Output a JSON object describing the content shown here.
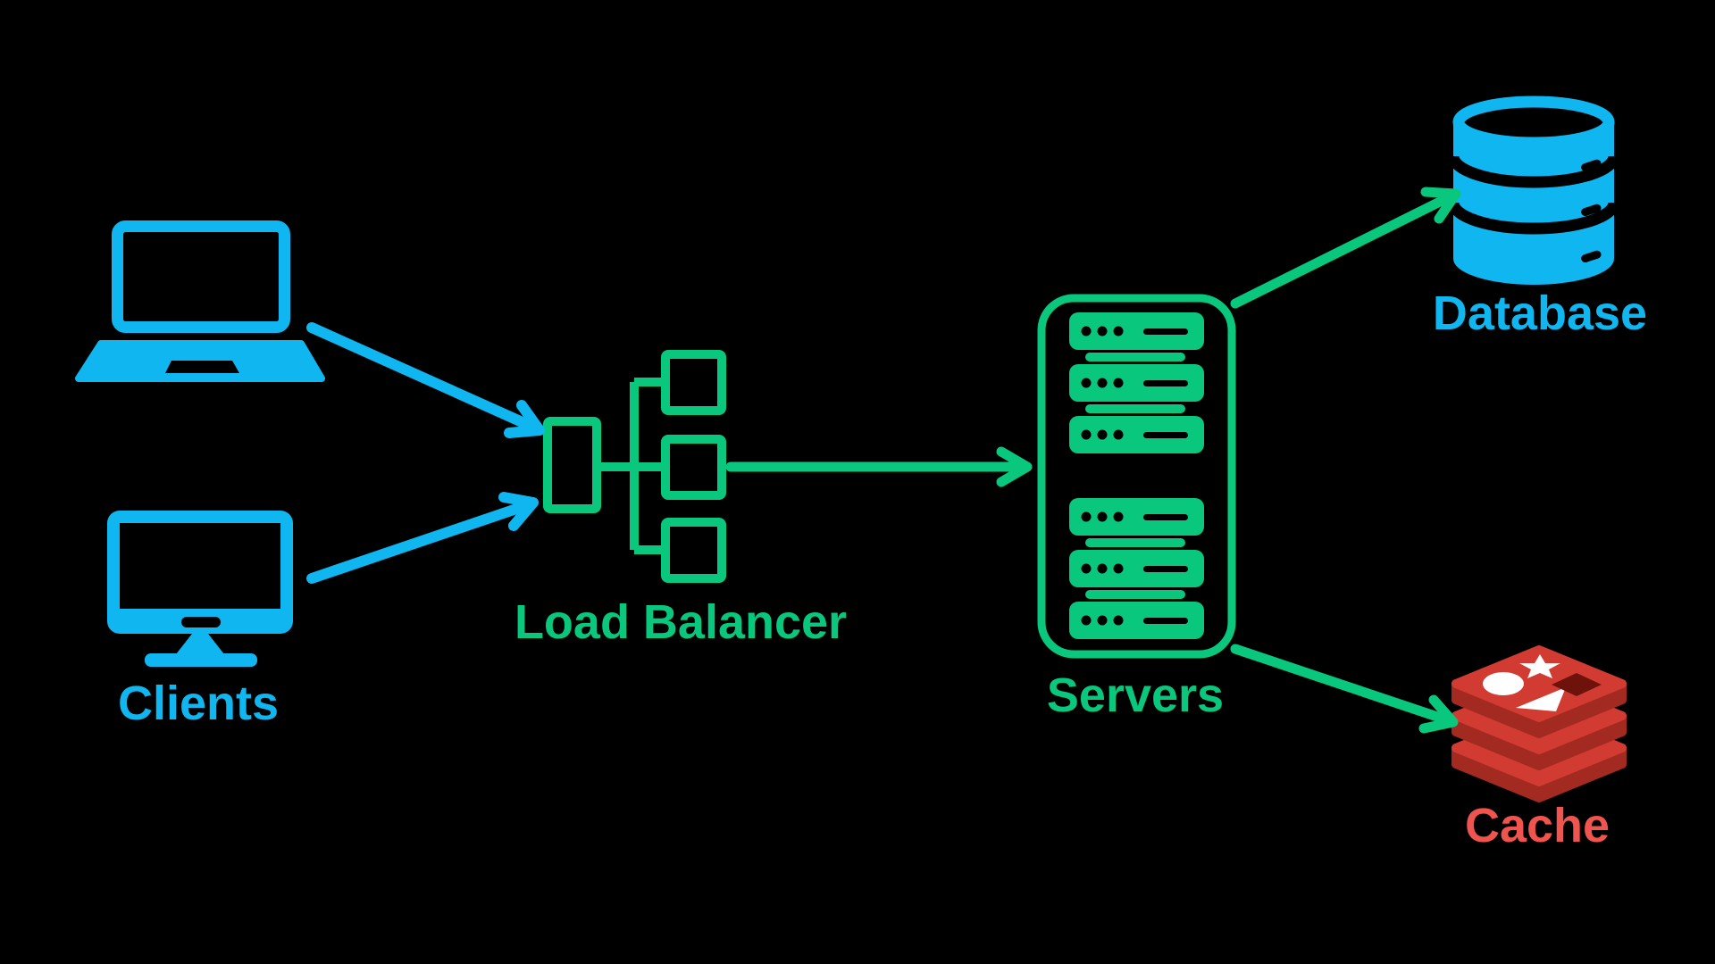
{
  "colors": {
    "background": "#000000",
    "client": "#10B6F0",
    "server": "#09C77D",
    "cache_top": "#D13B32",
    "cache_side": "#A32A20",
    "cache_diamond": "#6E130B",
    "cache_label": "#F0544E",
    "shape_white": "#FFFFFF"
  },
  "nodes": {
    "clients": {
      "label": "Clients",
      "icons": [
        "laptop-icon",
        "desktop-monitor-icon"
      ]
    },
    "load_balancer": {
      "label": "Load Balancer",
      "icons": [
        "load-balancer-icon"
      ]
    },
    "servers": {
      "label": "Servers",
      "icons": [
        "server-rack-icon"
      ]
    },
    "database": {
      "label": "Database",
      "icons": [
        "database-cylinder-icon"
      ]
    },
    "cache": {
      "label": "Cache",
      "icons": [
        "redis-stack-icon"
      ]
    }
  },
  "edges": [
    {
      "from": "clients (laptop)",
      "to": "load_balancer"
    },
    {
      "from": "clients (desktop)",
      "to": "load_balancer"
    },
    {
      "from": "load_balancer",
      "to": "servers"
    },
    {
      "from": "servers",
      "to": "database"
    },
    {
      "from": "servers",
      "to": "cache"
    }
  ]
}
